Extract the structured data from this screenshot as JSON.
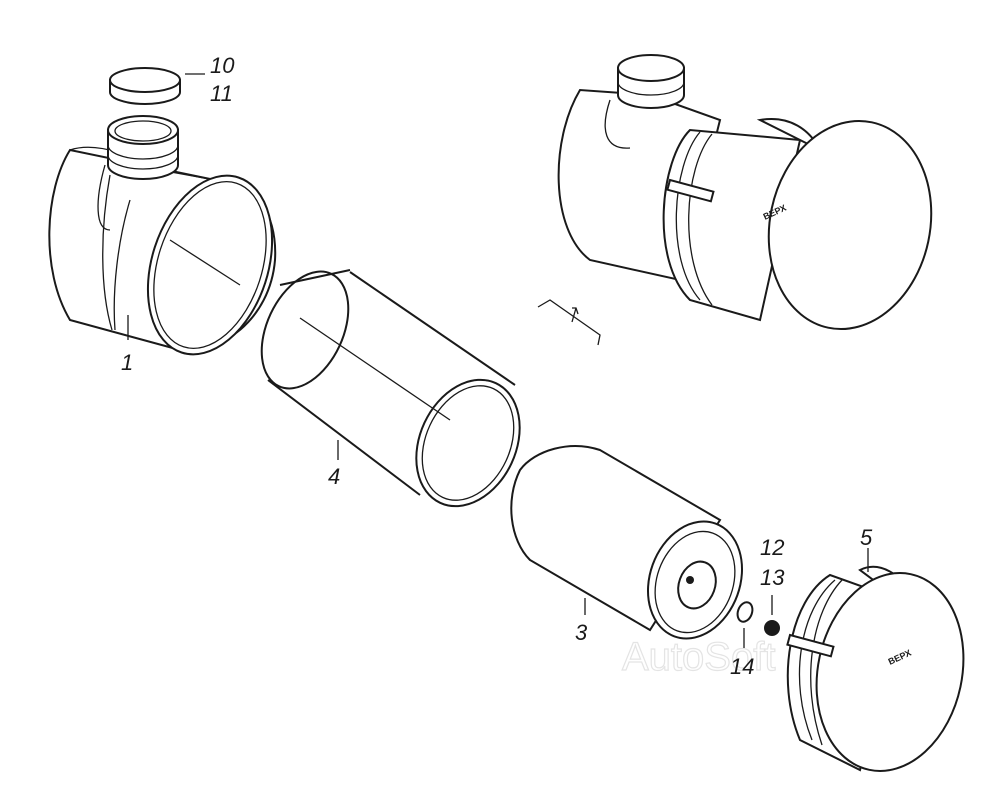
{
  "diagram": {
    "callouts": {
      "part_1": "1",
      "part_3": "3",
      "part_4": "4",
      "part_5": "5",
      "part_10": "10",
      "part_11": "11",
      "part_12": "12",
      "part_13": "13",
      "part_14": "14"
    },
    "cover_marking": "ВЕРХ",
    "watermark": "AutoSoft"
  }
}
